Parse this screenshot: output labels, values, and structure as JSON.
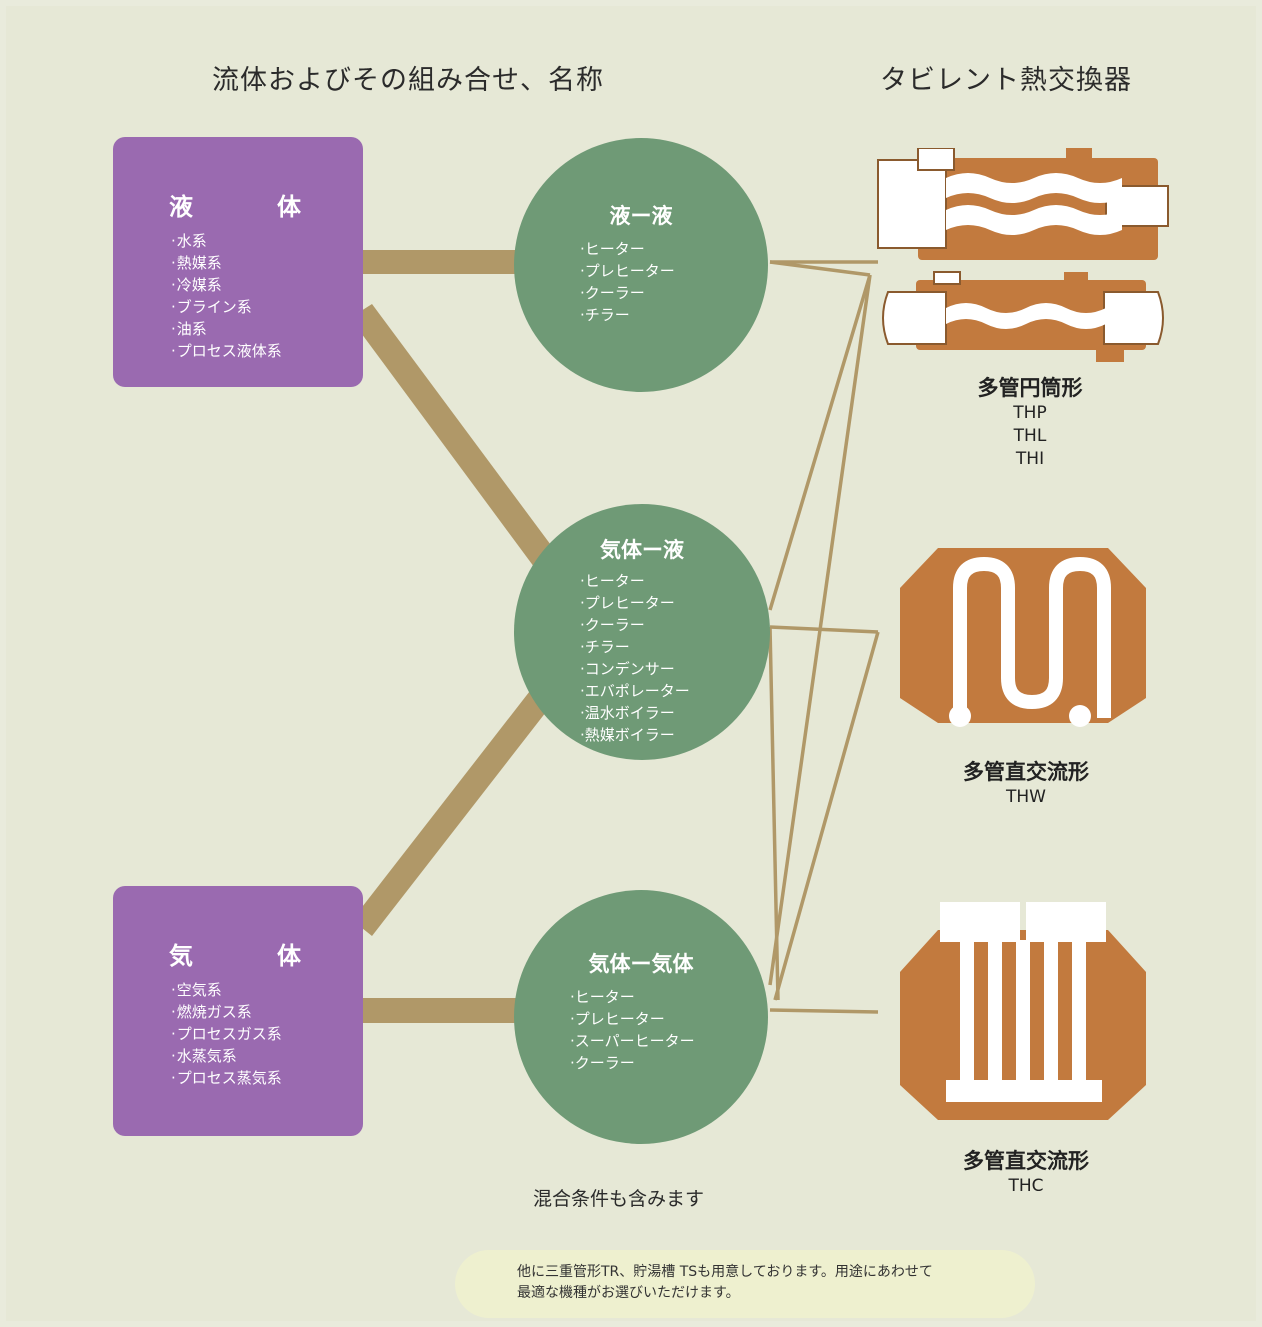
{
  "headings": {
    "left": "流体およびその組み合せ、名称",
    "right": "タビレント熱交換器"
  },
  "fluids": [
    {
      "title": "液　体",
      "items": [
        "水系",
        "熱媒系",
        "冷媒系",
        "ブライン系",
        "油系",
        "プロセス液体系"
      ]
    },
    {
      "title": "気　体",
      "items": [
        "空気系",
        "燃焼ガス系",
        "プロセスガス系",
        "水蒸気系",
        "プロセス蒸気系"
      ]
    }
  ],
  "combinations": [
    {
      "title": "液ー液",
      "items": [
        "ヒーター",
        "プレヒーター",
        "クーラー",
        "チラー"
      ]
    },
    {
      "title": "気体ー液",
      "items": [
        "ヒーター",
        "プレヒーター",
        "クーラー",
        "チラー",
        "コンデンサー",
        "エバポレーター",
        "温水ボイラー",
        "熱媒ボイラー"
      ]
    },
    {
      "title": "気体ー気体",
      "items": [
        "ヒーター",
        "プレヒーター",
        "スーパーヒーター",
        "クーラー"
      ]
    }
  ],
  "exchangers": [
    {
      "name": "多管円筒形",
      "models": [
        "THP",
        "THL",
        "THI"
      ]
    },
    {
      "name": "多管直交流形",
      "models": [
        "THW"
      ]
    },
    {
      "name": "多管直交流形",
      "models": [
        "THC"
      ]
    }
  ],
  "note": "混合条件も含みます",
  "footer": {
    "line1": "他に三重管形TR、貯湯槽 TSも用意しております。用途にあわせて",
    "line2": "最適な機種がお選びいただけます。"
  },
  "colors": {
    "fluid_box": "#9a6ab0",
    "circle": "#6f9a76",
    "connector": "#b09868",
    "exchanger_body": "#c27a3e"
  }
}
